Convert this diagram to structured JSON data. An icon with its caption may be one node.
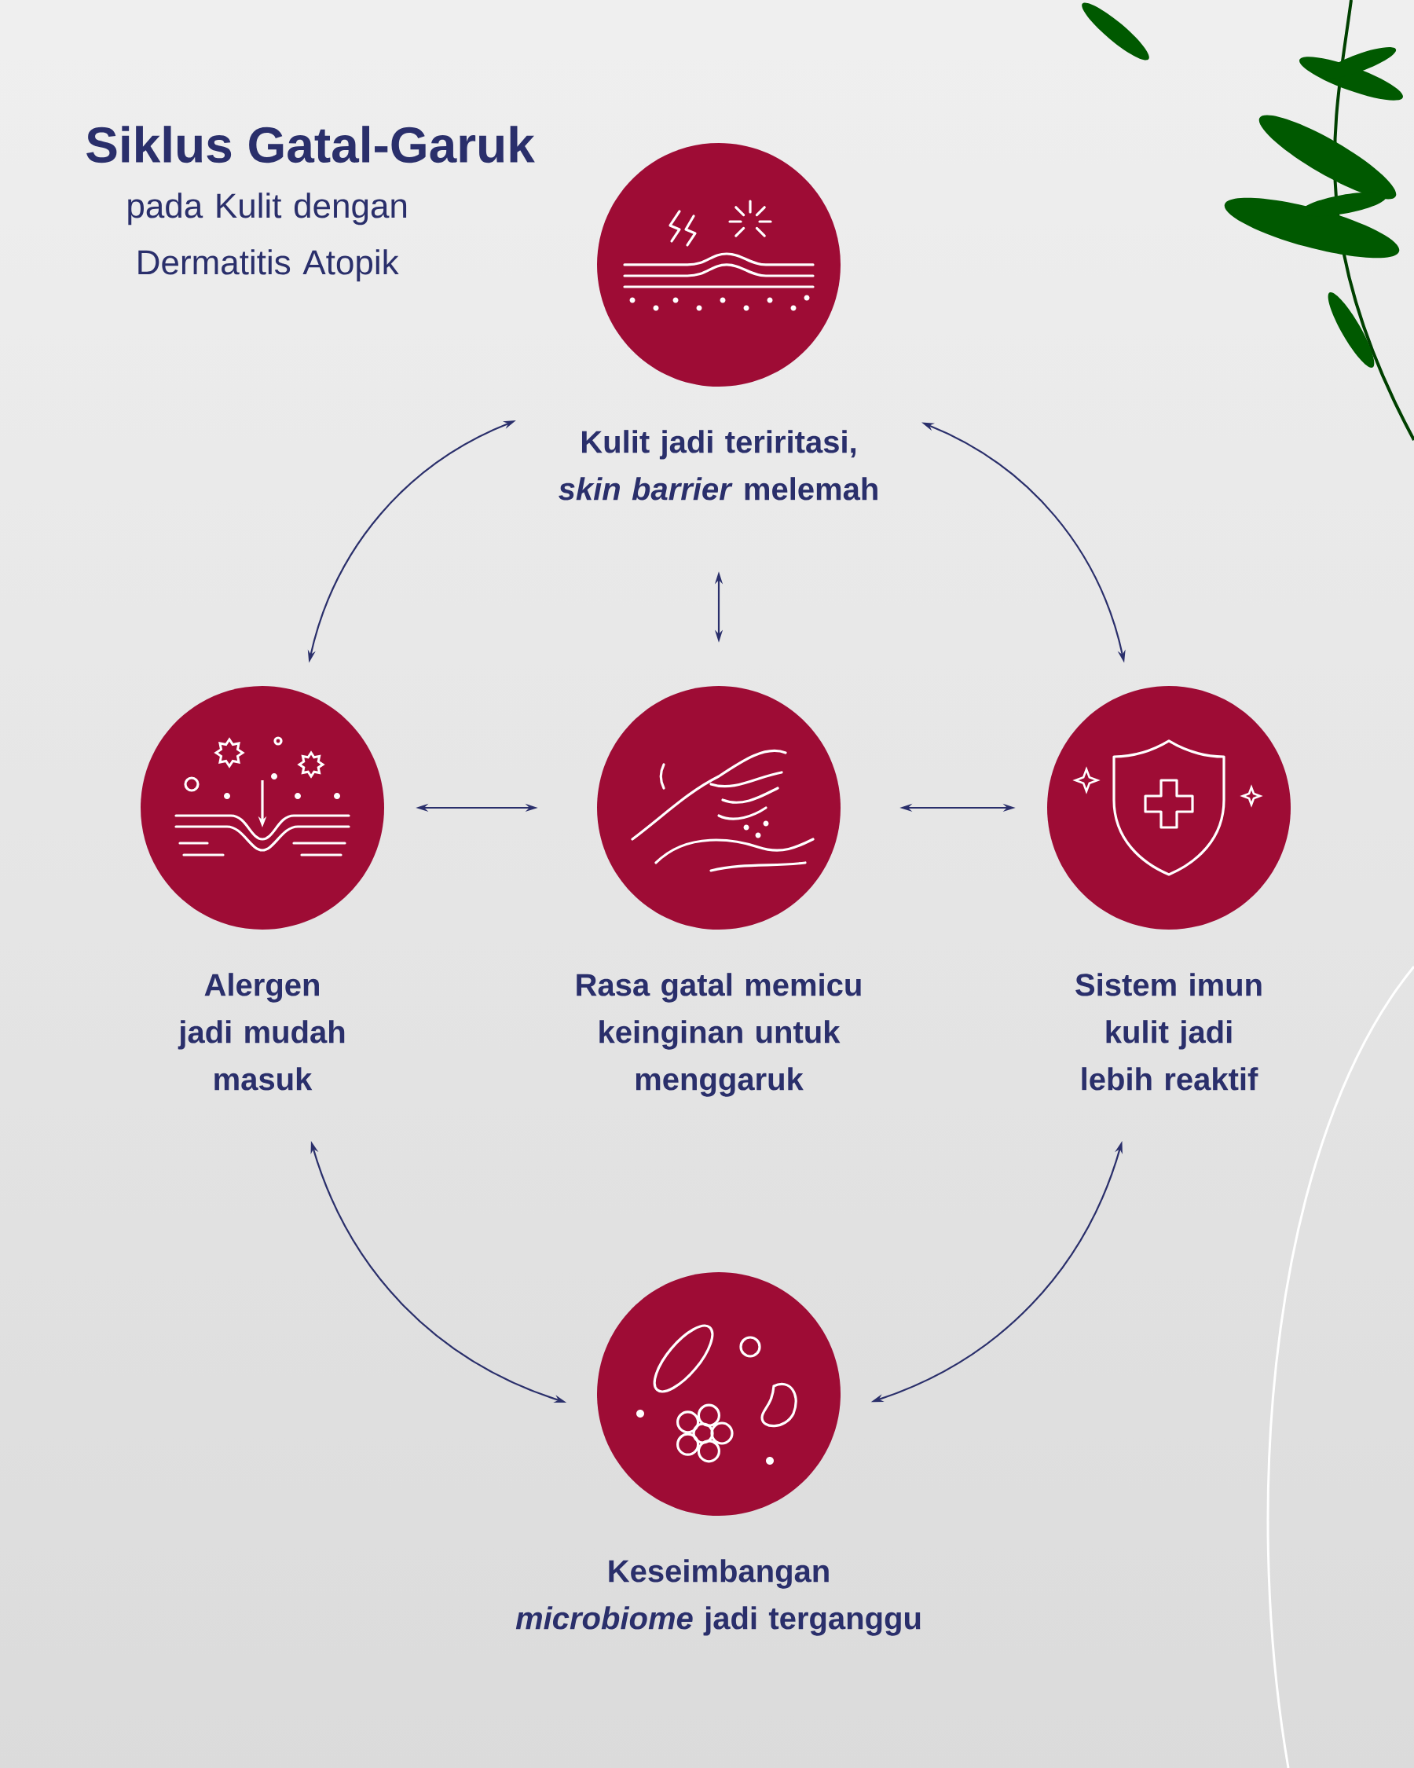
{
  "diagram": {
    "title": "Siklus Gatal-Garuk",
    "nodes": [
      {
        "text": [
          "Kulit jadi teriritasi, *skin barrier* melemah"
        ]
      },
      {
        "text": [
          "Alergen jadi mudah masuk"
        ]
      },
      {
        "text": [
          "Rasa gatal memicu keinginan untuk menggaruk"
        ]
      },
      {
        "text": [
          "Sistem imun kulit jadi lebih reaktif"
        ]
      },
      {
        "text": [
          "Keseimbangan *microbiome* jadi terganggu"
        ]
      }
    ],
    "edges": [
      {
        "from": 0,
        "to": 1,
        "arrow": "both"
      },
      {
        "from": 0,
        "to": 3,
        "arrow": "both"
      },
      {
        "from": 0,
        "to": 2,
        "arrow": "both"
      },
      {
        "from": 1,
        "to": 2,
        "arrow": "both"
      },
      {
        "from": 2,
        "to": 3,
        "arrow": "both"
      },
      {
        "from": 1,
        "to": 4,
        "arrow": "both"
      },
      {
        "from": 3,
        "to": 4,
        "arrow": "both"
      }
    ],
    "labels": [
      "pada Kulit dengan Dermatitis Atopik"
    ]
  }
}
